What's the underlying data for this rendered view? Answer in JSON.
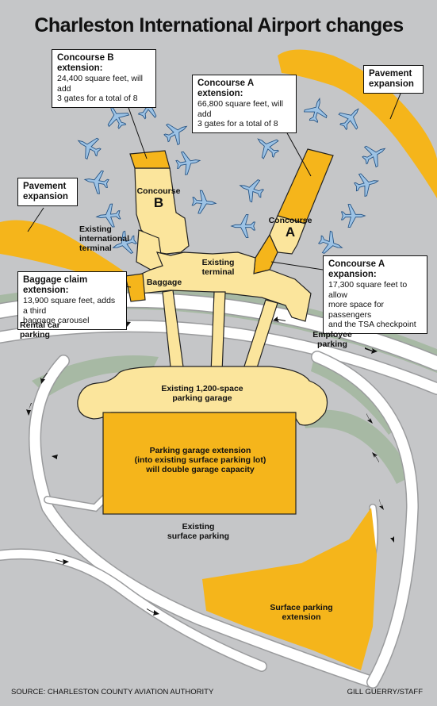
{
  "title": "Charleston International Airport changes",
  "colors": {
    "ground": "#c5c6c8",
    "road": "#ffffff",
    "road_edge": "#9a9b9d",
    "grass": "#a7b9a4",
    "extension": "#f5b51b",
    "existing": "#fbe59c",
    "airplane": "#9dc3e5",
    "outline": "#222222"
  },
  "callouts": {
    "concourse_b_ext": {
      "title": "Concourse B extension:",
      "lines": [
        "24,400 square feet, will add",
        "3 gates for a total of 8"
      ]
    },
    "concourse_a_ext": {
      "title": "Concourse A extension:",
      "lines": [
        "66,800 square feet, will add",
        "3 gates for a total of 8"
      ]
    },
    "pavement_right": {
      "title": "Pavement",
      "lines": [
        "expansion"
      ]
    },
    "pavement_left": {
      "title": "Pavement",
      "lines": [
        "expansion"
      ]
    },
    "baggage_ext": {
      "title": "Baggage claim extension:",
      "lines": [
        "13,900 square feet, adds a third",
        "baggage carousel"
      ]
    },
    "concourse_a_expansion": {
      "title": "Concourse A expansion:",
      "lines": [
        "17,300 square feet to allow",
        "more space for passengers",
        "and the TSA checkpoint"
      ]
    }
  },
  "labels": {
    "concourse_b": {
      "word": "Concourse",
      "letter": "B"
    },
    "concourse_a": {
      "word": "Concourse",
      "letter": "A"
    },
    "intl_terminal": [
      "Existing",
      "international",
      "terminal"
    ],
    "existing_terminal": [
      "Existing",
      "terminal"
    ],
    "baggage": "Baggage",
    "rental_car": [
      "Rental car",
      "parking"
    ],
    "employee_parking": [
      "Employee",
      "parking"
    ],
    "garage_existing": [
      "Existing 1,200-space",
      "parking garage"
    ],
    "garage_extension": [
      "Parking garage extension",
      "(into existing surface parking lot)",
      "will double garage capacity"
    ],
    "surface_parking": [
      "Existing",
      "surface parking"
    ],
    "surface_ext": [
      "Surface parking",
      "extension"
    ]
  },
  "footer": {
    "source": "SOURCE: CHARLESTON COUNTY AVIATION AUTHORITY",
    "credit": "GILL GUERRY/STAFF"
  }
}
